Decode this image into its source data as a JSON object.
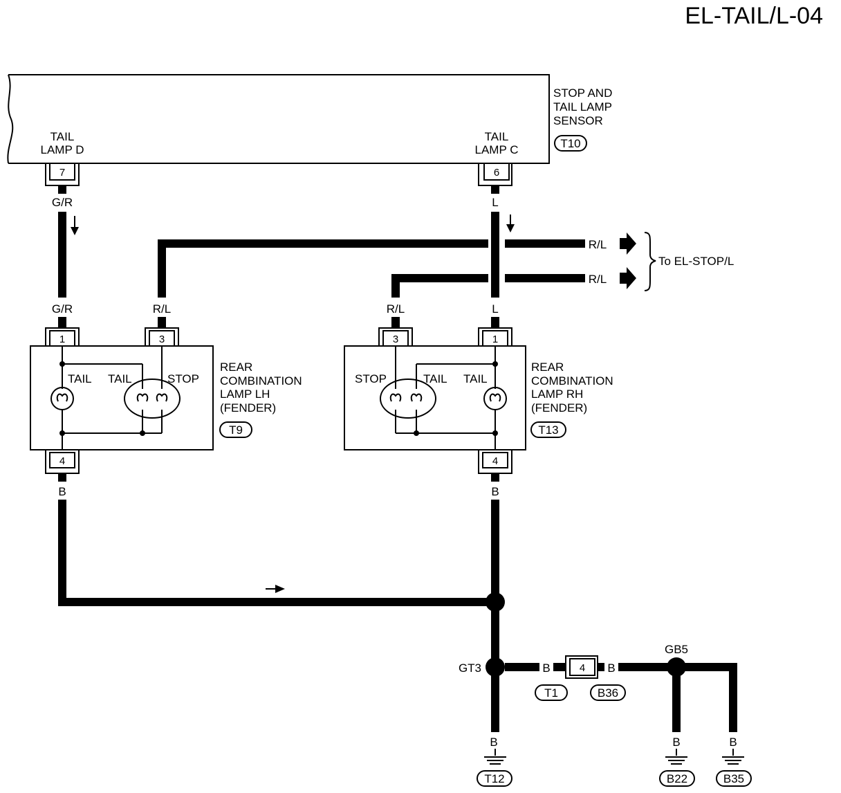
{
  "page_title": "EL-TAIL/L-04",
  "sensor": {
    "name_lines": [
      "STOP AND",
      "TAIL LAMP",
      "SENSOR"
    ],
    "connector": "T10",
    "left_terminal_lines": [
      "TAIL",
      "LAMP D"
    ],
    "right_terminal_lines": [
      "TAIL",
      "LAMP C"
    ],
    "left_pin": "7",
    "right_pin": "6"
  },
  "wires": {
    "gr_top": "G/R",
    "gr_bottom": "G/R",
    "l_top": "L",
    "l_bottom": "L",
    "rl_left": "R/L",
    "rl_right": "R/L",
    "rl_out_1": "R/L",
    "rl_out_2": "R/L",
    "b_lh": "B",
    "b_rh": "B",
    "b_t1": "B",
    "b_b36": "B",
    "b_t12": "B",
    "b_b22": "B",
    "b_b35": "B"
  },
  "to_stop": "To EL-STOP/L",
  "lamp_lh": {
    "name_lines": [
      "REAR",
      "COMBINATION",
      "LAMP LH",
      "(FENDER)"
    ],
    "connector": "T9",
    "pin_1": "1",
    "pin_3": "3",
    "pin_4": "4",
    "bulb_tail_1": "TAIL",
    "bulb_tail_2": "TAIL",
    "bulb_stop": "STOP"
  },
  "lamp_rh": {
    "name_lines": [
      "REAR",
      "COMBINATION",
      "LAMP RH",
      "(FENDER)"
    ],
    "connector": "T13",
    "pin_1": "1",
    "pin_3": "3",
    "pin_4": "4",
    "bulb_stop": "STOP",
    "bulb_tail_1": "TAIL",
    "bulb_tail_2": "TAIL"
  },
  "ground": {
    "gt3": "GT3",
    "gb5": "GB5",
    "joint_pin": "4",
    "t1": "T1",
    "b36": "B36",
    "t12": "T12",
    "b22": "B22",
    "b35": "B35"
  }
}
